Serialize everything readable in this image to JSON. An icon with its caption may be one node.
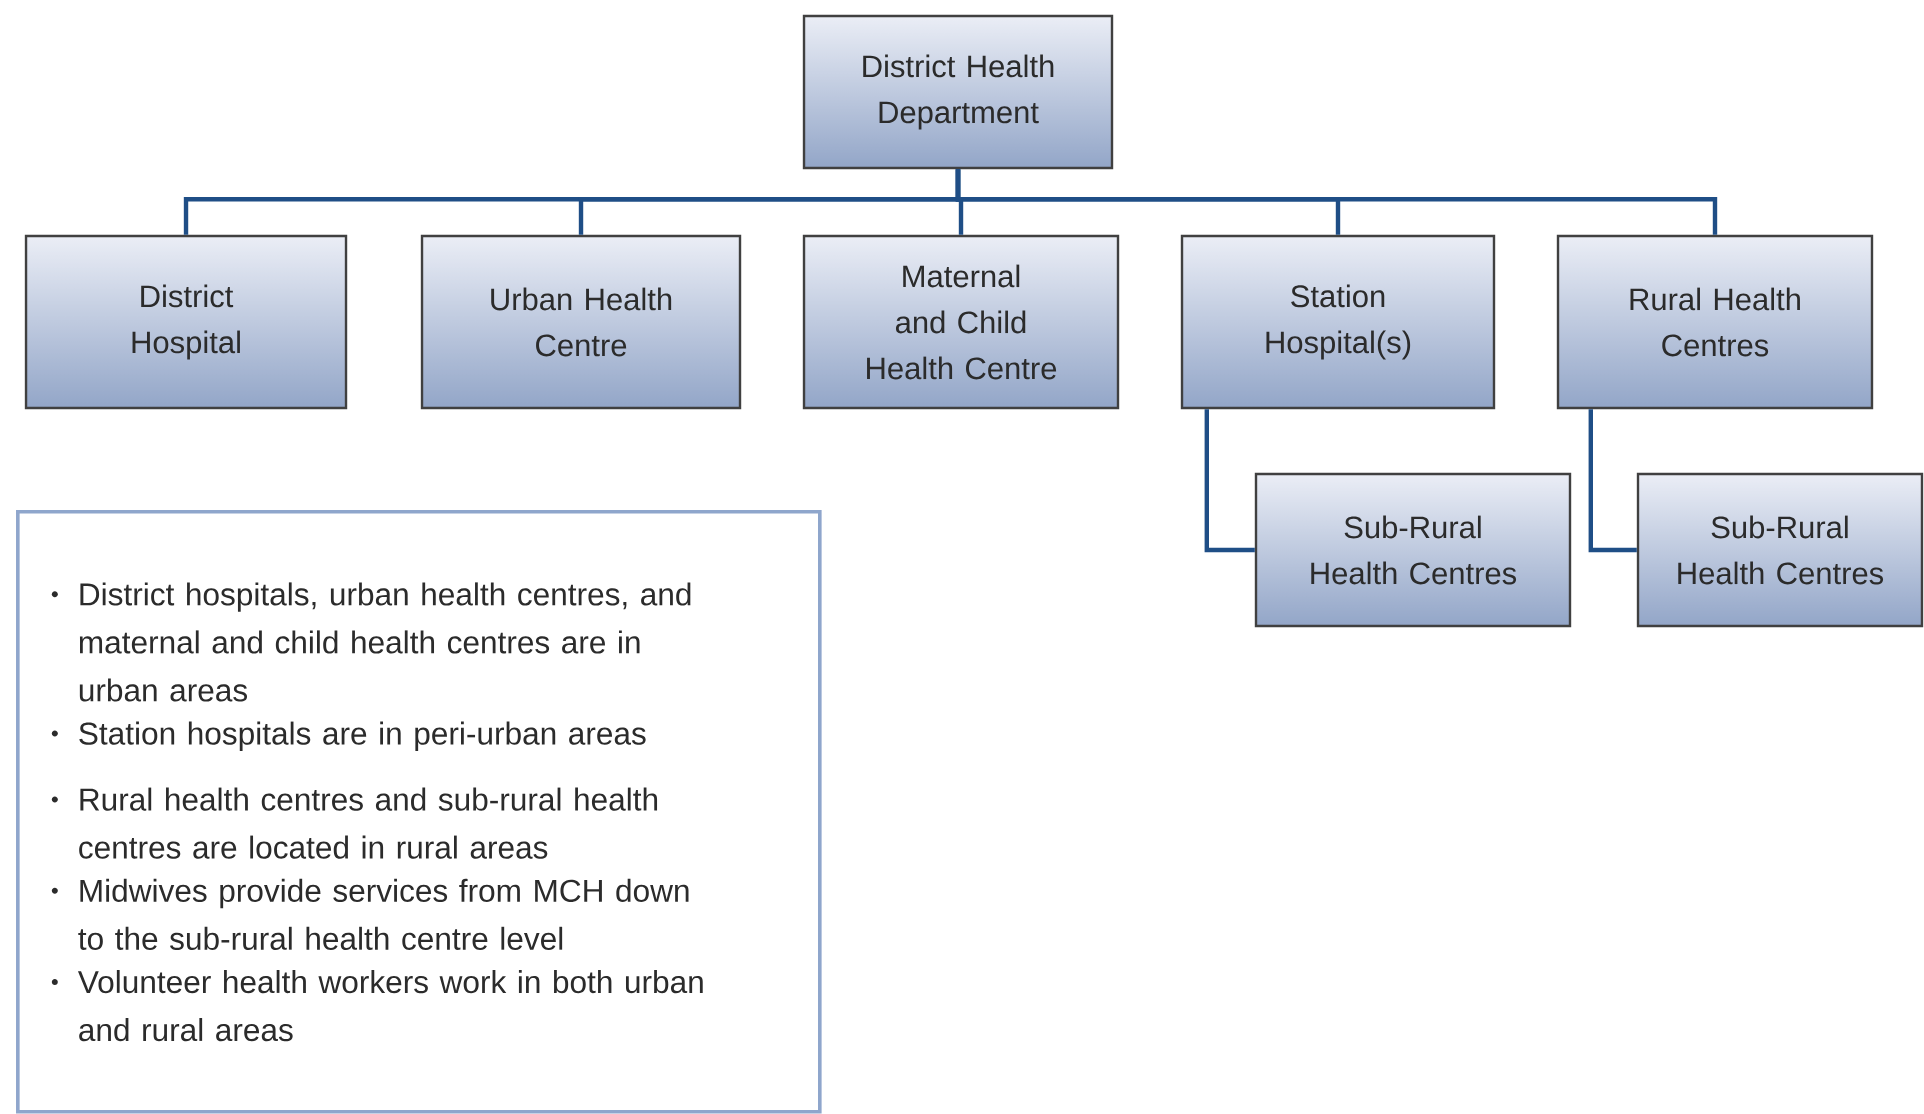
{
  "diagram": {
    "nodes": [
      {
        "text": [
          "District Health Department"
        ]
      },
      {
        "text": [
          "District Hospital"
        ]
      },
      {
        "text": [
          "Urban Health Centre"
        ]
      },
      {
        "text": [
          "Maternal and Child Health Centre"
        ]
      },
      {
        "text": [
          "Station Hospital(s)"
        ]
      },
      {
        "text": [
          "Rural Health Centres"
        ]
      },
      {
        "text": [
          "Sub-Rural Health Centres"
        ]
      },
      {
        "text": [
          "Sub-Rural Health Centres"
        ]
      },
      {
        "text": [
          "District hospitals, urban health centres, and maternal and child health centres are in urban areas",
          "Station hospitals are in peri-urban areas",
          "Rural health centres and sub-rural health centres are located in rural areas",
          "Midwives provide services from MCH down to the sub-rural health centre level",
          "Volunteer health workers work in both urban and rural areas"
        ]
      }
    ],
    "edges": [
      {
        "from": 0,
        "to": 1,
        "arrow": "none"
      },
      {
        "from": 0,
        "to": 2,
        "arrow": "none"
      },
      {
        "from": 0,
        "to": 3,
        "arrow": "none"
      },
      {
        "from": 0,
        "to": 4,
        "arrow": "none"
      },
      {
        "from": 0,
        "to": 5,
        "arrow": "none"
      },
      {
        "from": 4,
        "to": 6,
        "arrow": "none"
      },
      {
        "from": 5,
        "to": 7,
        "arrow": "none"
      }
    ]
  }
}
